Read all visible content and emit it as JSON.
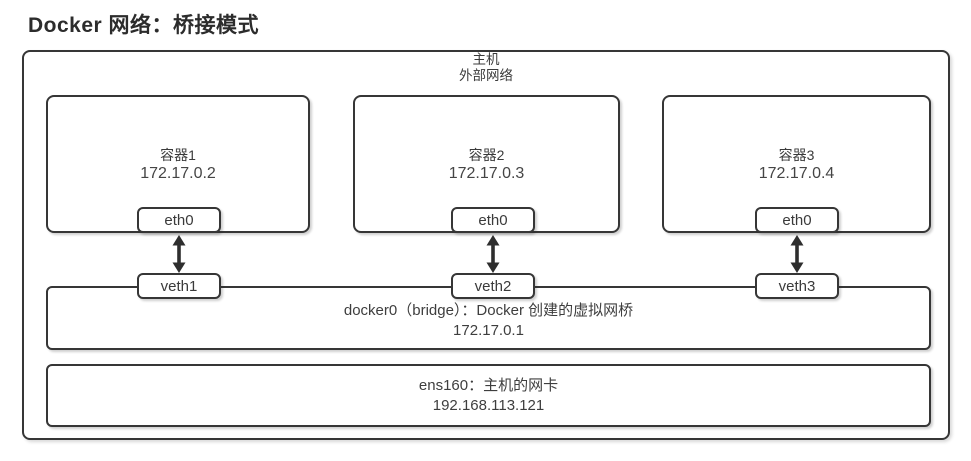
{
  "title": "Docker 网络：桥接模式",
  "host": {
    "label_line1": "主机",
    "label_line2": "外部网络"
  },
  "containers": [
    {
      "name": "容器1",
      "ip": "172.17.0.2",
      "interface": "eth0",
      "veth": "veth1"
    },
    {
      "name": "容器2",
      "ip": "172.17.0.3",
      "interface": "eth0",
      "veth": "veth2"
    },
    {
      "name": "容器3",
      "ip": "172.17.0.4",
      "interface": "eth0",
      "veth": "veth3"
    }
  ],
  "bridge": {
    "label": "docker0（bridge）：Docker 创建的虚拟网桥",
    "ip": "172.17.0.1"
  },
  "nic": {
    "label": "ens160：主机的网卡",
    "ip": "192.168.113.121"
  },
  "icons": {
    "connection_arrow": "double-headed-vertical-arrow"
  },
  "colors": {
    "border": "#363636",
    "text": "#3d3d3d",
    "arrow": "#2e2e2e",
    "background": "#ffffff"
  }
}
